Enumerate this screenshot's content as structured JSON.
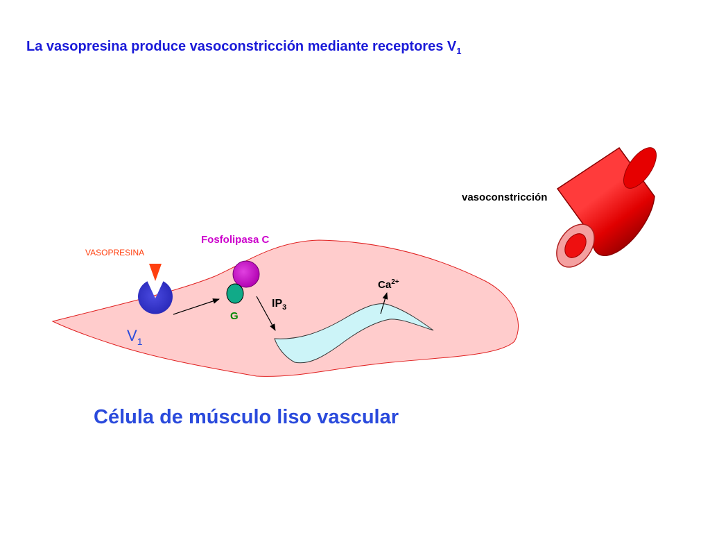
{
  "title": {
    "text": "La vasopresina produce vasoconstricción mediante receptores V",
    "subscript": "1"
  },
  "labels": {
    "vasoconstriccion": "vasoconstricción",
    "fosfolipasa": "Fosfolipasa C",
    "vasopresina": "VASOPRESINA",
    "ca": "Ca",
    "ca_sup": "2+",
    "ip": "IP",
    "ip_sub": "3",
    "g": "G",
    "v": "V",
    "v_sub": "1",
    "cell_caption": "Célula de músculo liso vascular"
  },
  "colors": {
    "title": "#1a1ad8",
    "caption": "#2a4adc",
    "cell_fill": "#ffcccc",
    "cell_stroke": "#e02020",
    "vasopresina": "#ff4010",
    "receptor": "#3333cc",
    "fosfolipasa": "#cc00cc",
    "g_protein": "#11aa88",
    "g_label": "#008800",
    "reticulum": "#ccf4f8",
    "vessel": "#dd0000"
  }
}
